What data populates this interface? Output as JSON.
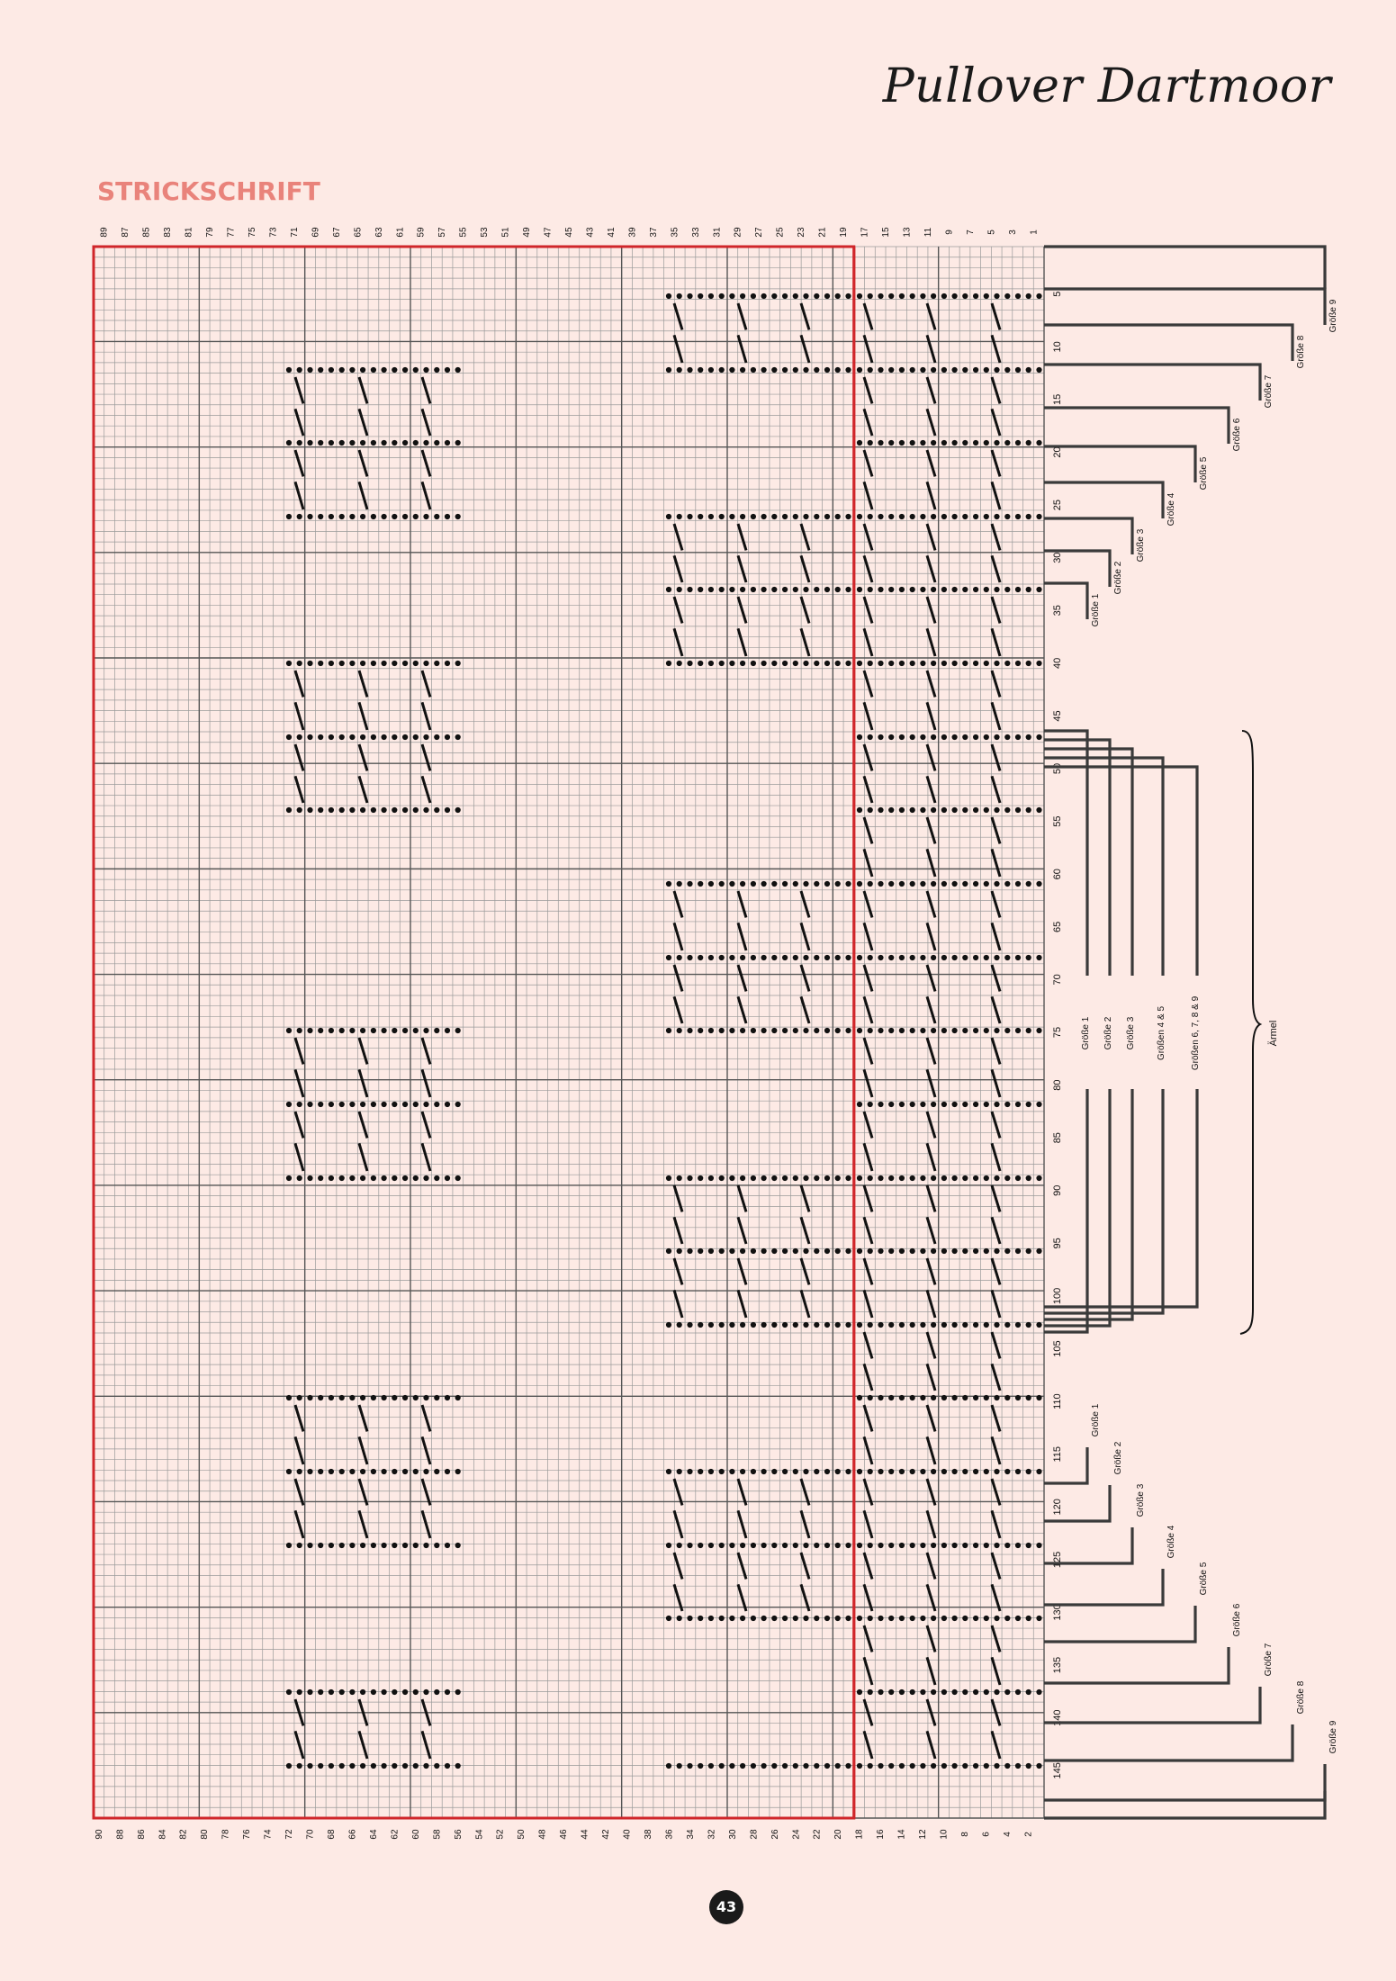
{
  "page": {
    "title": "Pullover Dartmoor",
    "section_label": "STRICKSCHRIFT",
    "page_number": "43"
  },
  "chart": {
    "top_numbers": [
      "89",
      "87",
      "85",
      "83",
      "81",
      "79",
      "77",
      "75",
      "73",
      "71",
      "69",
      "67",
      "65",
      "63",
      "61",
      "59",
      "57",
      "55",
      "53",
      "51",
      "49",
      "47",
      "45",
      "43",
      "41",
      "39",
      "37",
      "35",
      "33",
      "31",
      "29",
      "27",
      "25",
      "23",
      "21",
      "19",
      "17",
      "15",
      "13",
      "11",
      "9",
      "7",
      "5",
      "3",
      "1"
    ],
    "bottom_numbers": [
      "90",
      "88",
      "86",
      "84",
      "82",
      "80",
      "78",
      "76",
      "74",
      "72",
      "70",
      "68",
      "66",
      "64",
      "62",
      "60",
      "58",
      "56",
      "54",
      "52",
      "50",
      "48",
      "46",
      "44",
      "42",
      "40",
      "38",
      "36",
      "34",
      "32",
      "30",
      "28",
      "26",
      "24",
      "22",
      "20",
      "18",
      "16",
      "14",
      "12",
      "10",
      "8",
      "6",
      "4",
      "2"
    ],
    "row_numbers": [
      "5",
      "10",
      "15",
      "20",
      "25",
      "30",
      "35",
      "40",
      "45",
      "50",
      "55",
      "60",
      "65",
      "70",
      "75",
      "80",
      "85",
      "90",
      "95",
      "100",
      "105",
      "110",
      "115",
      "120",
      "125",
      "130",
      "135",
      "140",
      "145"
    ],
    "top_size_labels": [
      "Größe 1",
      "Größe 2",
      "Größe 3",
      "Größe 4",
      "Größe 5",
      "Größe 6",
      "Größe 7",
      "Größe 8",
      "Größe 9"
    ],
    "middle_size_labels": [
      "Größe 1",
      "Größe 2",
      "Größe 3",
      "Größen 4 & 5",
      "Größen 6, 7, 8 & 9"
    ],
    "bottom_size_labels": [
      "Größe  1",
      "Größe 2",
      "Größe 3",
      "Größe 4",
      "Größe 5",
      "Größe 6",
      "Größe 7",
      "Größe 8",
      "Größe 9"
    ],
    "sleeve_label": "Ärmel",
    "colors": {
      "grid": "#9a9a9a",
      "major": "#555555",
      "frame": "#d0262a",
      "bracket": "#3a3a3a",
      "stitch": "#111111"
    }
  }
}
